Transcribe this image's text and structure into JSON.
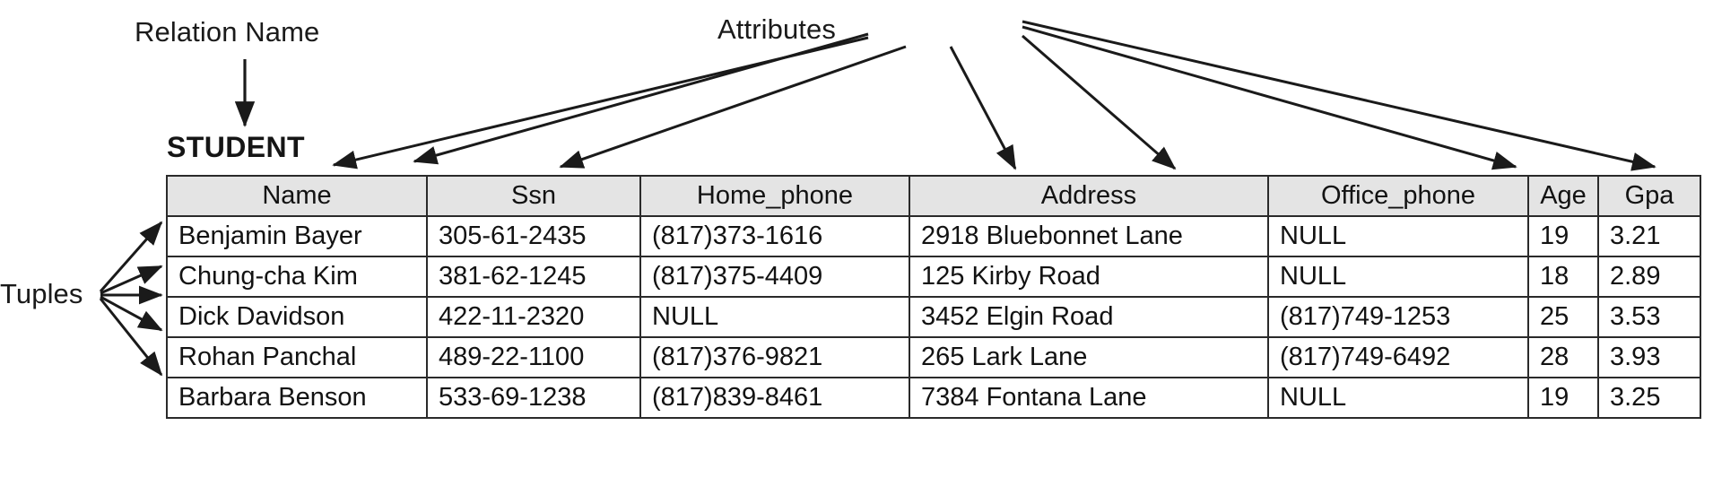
{
  "figure": {
    "title": "STUDENT",
    "annotations": {
      "relation_name": "Relation Name",
      "attributes": "Attributes",
      "tuples": "Tuples"
    },
    "colors": {
      "header_background": "#e4e4e4",
      "border": "#2a2a2a",
      "text": "#121212",
      "page_background": "#ffffff"
    }
  },
  "relation": {
    "name": "STUDENT",
    "columns": [
      "Name",
      "Ssn",
      "Home_phone",
      "Address",
      "Office_phone",
      "Age",
      "Gpa"
    ],
    "rows": [
      {
        "Name": "Benjamin Bayer",
        "Ssn": "305-61-2435",
        "Home_phone": "(817)373-1616",
        "Address": "2918 Bluebonnet Lane",
        "Office_phone": "NULL",
        "Age": "19",
        "Gpa": "3.21"
      },
      {
        "Name": "Chung-cha Kim",
        "Ssn": "381-62-1245",
        "Home_phone": "(817)375-4409",
        "Address": "125 Kirby Road",
        "Office_phone": "NULL",
        "Age": "18",
        "Gpa": "2.89"
      },
      {
        "Name": "Dick Davidson",
        "Ssn": "422-11-2320",
        "Home_phone": "NULL",
        "Address": "3452 Elgin Road",
        "Office_phone": "(817)749-1253",
        "Age": "25",
        "Gpa": "3.53"
      },
      {
        "Name": "Rohan Panchal",
        "Ssn": "489-22-1100",
        "Home_phone": "(817)376-9821",
        "Address": "265 Lark Lane",
        "Office_phone": "(817)749-6492",
        "Age": "28",
        "Gpa": "3.93"
      },
      {
        "Name": "Barbara Benson",
        "Ssn": "533-69-1238",
        "Home_phone": "(817)839-8461",
        "Address": "7384 Fontana Lane",
        "Office_phone": "NULL",
        "Age": "19",
        "Gpa": "3.25"
      }
    ]
  }
}
